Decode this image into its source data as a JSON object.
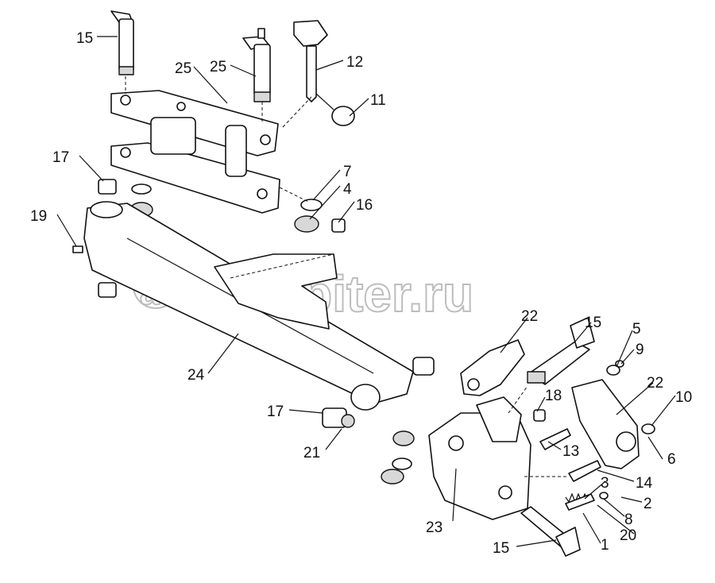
{
  "watermark": "autopiter.ru",
  "callouts": [
    {
      "id": "c15a",
      "text": "15"
    },
    {
      "id": "c25a",
      "text": "25"
    },
    {
      "id": "c25b",
      "text": "25"
    },
    {
      "id": "c12",
      "text": "12"
    },
    {
      "id": "c11",
      "text": "11"
    },
    {
      "id": "c17a",
      "text": "17"
    },
    {
      "id": "c7",
      "text": "7"
    },
    {
      "id": "c4",
      "text": "4"
    },
    {
      "id": "c16",
      "text": "16"
    },
    {
      "id": "c19",
      "text": "19"
    },
    {
      "id": "c22a",
      "text": "22"
    },
    {
      "id": "c15b",
      "text": "15"
    },
    {
      "id": "c5",
      "text": "5"
    },
    {
      "id": "c9",
      "text": "9"
    },
    {
      "id": "c22b",
      "text": "22"
    },
    {
      "id": "c10",
      "text": "10"
    },
    {
      "id": "c24",
      "text": "24"
    },
    {
      "id": "c18",
      "text": "18"
    },
    {
      "id": "c17b",
      "text": "17"
    },
    {
      "id": "c21",
      "text": "21"
    },
    {
      "id": "c13",
      "text": "13"
    },
    {
      "id": "c6",
      "text": "6"
    },
    {
      "id": "c14",
      "text": "14"
    },
    {
      "id": "c3",
      "text": "3"
    },
    {
      "id": "c2",
      "text": "2"
    },
    {
      "id": "c8",
      "text": "8"
    },
    {
      "id": "c20",
      "text": "20"
    },
    {
      "id": "c23",
      "text": "23"
    },
    {
      "id": "c1",
      "text": "1"
    },
    {
      "id": "c15c",
      "text": "15"
    }
  ]
}
